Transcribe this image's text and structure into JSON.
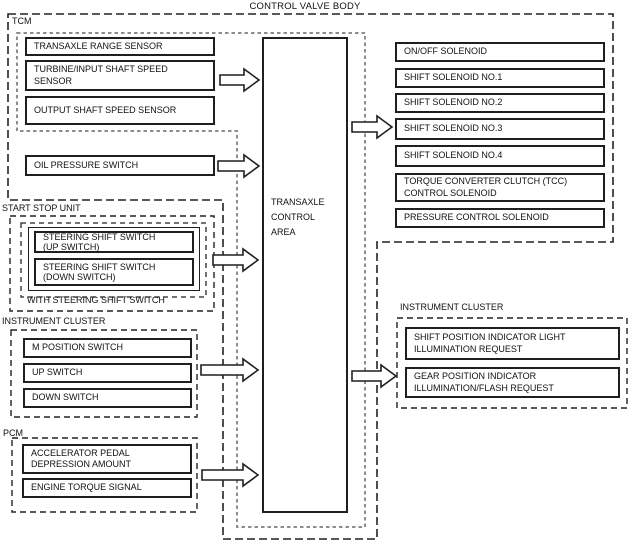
{
  "title": "CONTROL VALVE BODY",
  "colors": {
    "line": "#1f1f1f",
    "tcm_dash": "#8d8d8d"
  },
  "tcm": {
    "label": "TCM",
    "sensors": [
      "TRANSAXLE RANGE SENSOR",
      "TURBINE/INPUT SHAFT SPEED\nSENSOR",
      "OUTPUT SHAFT SPEED SENSOR"
    ],
    "core": "TRANSAXLE\nCONTROL\nAREA"
  },
  "oil_pressure_switch": "OIL PRESSURE SWITCH",
  "start_stop_unit": {
    "label": "START STOP UNIT",
    "switches": [
      "STEERING SHIFT SWITCH\n(UP SWITCH)",
      "STEERING SHIFT SWITCH\n(DOWN SWITCH)"
    ],
    "note": "WITH STEERING SHIFT SWITCH"
  },
  "instrument_cluster_inputs": {
    "label": "INSTRUMENT CLUSTER",
    "switches": [
      "M POSITION SWITCH",
      "UP SWITCH",
      "DOWN SWITCH"
    ]
  },
  "pcm": {
    "label": "PCM",
    "signals": [
      "ACCELERATOR PEDAL\nDEPRESSION AMOUNT",
      "ENGINE TORQUE SIGNAL"
    ]
  },
  "solenoids": [
    "ON/OFF SOLENOID",
    "SHIFT SOLENOID NO.1",
    "SHIFT SOLENOID NO.2",
    "SHIFT SOLENOID NO.3",
    "SHIFT SOLENOID NO.4",
    "TORQUE CONVERTER CLUTCH (TCC)\nCONTROL SOLENOID",
    "PRESSURE CONTROL SOLENOID"
  ],
  "instrument_cluster_outputs": {
    "label": "INSTRUMENT CLUSTER",
    "requests": [
      "SHIFT POSITION INDICATOR LIGHT\nILLUMINATION REQUEST",
      "GEAR POSITION INDICATOR\nILLUMINATION/FLASH REQUEST"
    ]
  }
}
